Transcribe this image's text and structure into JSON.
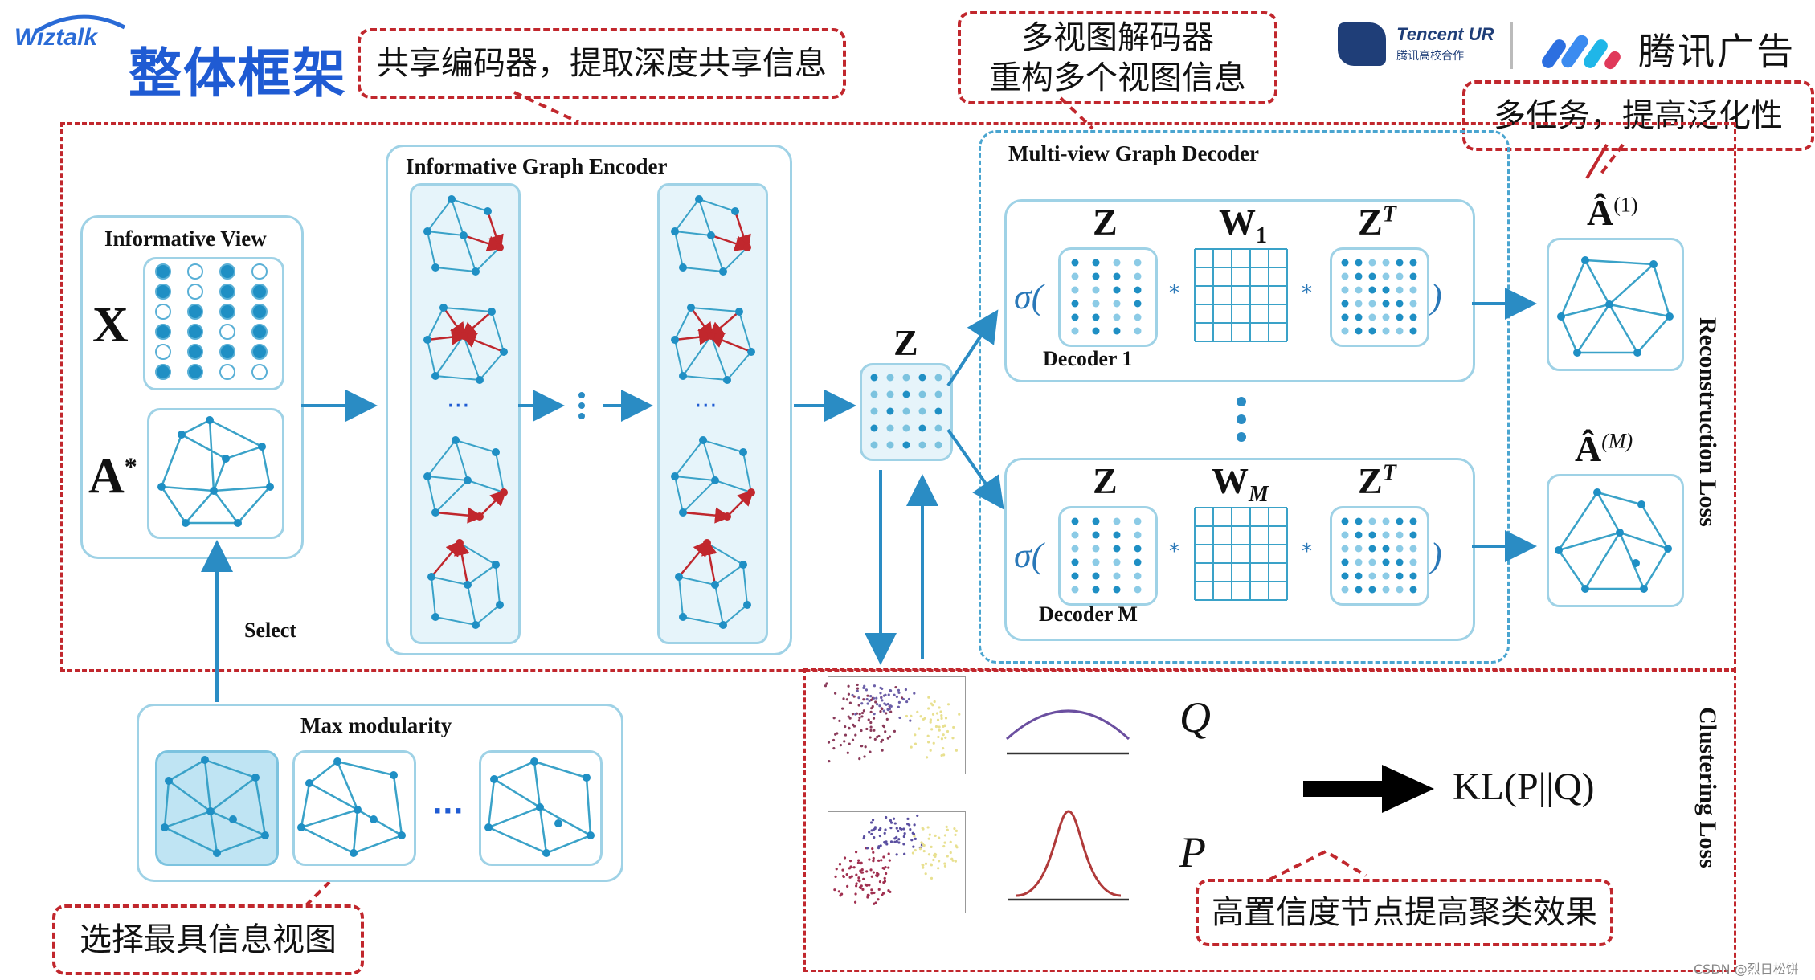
{
  "header": {
    "logo_text": "Wiztalk",
    "title": "整体框架",
    "tencent_ur_logo": "Tencent UR",
    "tencent_ur_sub": "腾讯高校合作",
    "tencent_ads_logo": "腾讯广告"
  },
  "callouts": {
    "encoder_note": "共享编码器，提取深度共享信息",
    "decoder_note_line1": "多视图解码器",
    "decoder_note_line2": "重构多个视图信息",
    "multitask_note": "多任务，提高泛化性",
    "view_select_note": "选择最具信息视图",
    "confidence_note": "高置信度节点提高聚类效果"
  },
  "informative_view": {
    "title": "Informative View",
    "x_symbol": "X",
    "a_symbol": "A*"
  },
  "encoder": {
    "title": "Informative Graph Encoder",
    "ellipsis": "···"
  },
  "latent": {
    "symbol": "Z"
  },
  "decoder": {
    "title": "Multi-view Graph Decoder",
    "sigma": "σ(",
    "close_paren": ")",
    "star": "*",
    "decoder1": {
      "label": "Decoder 1",
      "z": "Z",
      "w": "W1",
      "zt": "ZT"
    },
    "decoderM": {
      "label": "Decoder M",
      "z": "Z",
      "w": "WM",
      "zt": "ZT"
    }
  },
  "reconstructions": {
    "a1": "Â(1)",
    "aM": "Â(M)"
  },
  "side_labels": {
    "reconstruction_loss": "Reconstruction Loss",
    "clustering_loss": "Clustering Loss"
  },
  "modularity": {
    "select_label": "Select",
    "title": "Max modularity",
    "ellipsis": "···"
  },
  "clustering": {
    "q_symbol": "Q",
    "p_symbol": "P",
    "kl_expr": "KL(P||Q)"
  },
  "watermark": "CSDN @烈日松饼",
  "colors": {
    "accent_red": "#c1272d",
    "accent_blue": "#1f5bd3",
    "panel_border": "#9fd2e6",
    "arrow_blue": "#2a8cc4"
  }
}
